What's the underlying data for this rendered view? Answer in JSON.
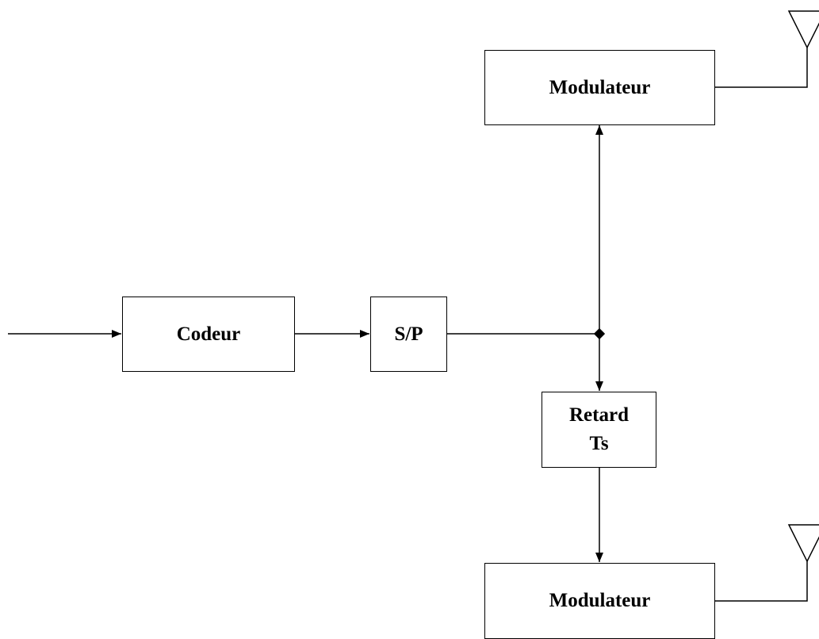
{
  "blocks": {
    "codeur": "Codeur",
    "sp": "S/P",
    "retard": {
      "line1": "Retard",
      "line2": "Ts"
    },
    "modulateur_top": "Modulateur",
    "modulateur_bottom": "Modulateur"
  },
  "colors": {
    "stroke": "#000000",
    "background": "#ffffff"
  }
}
